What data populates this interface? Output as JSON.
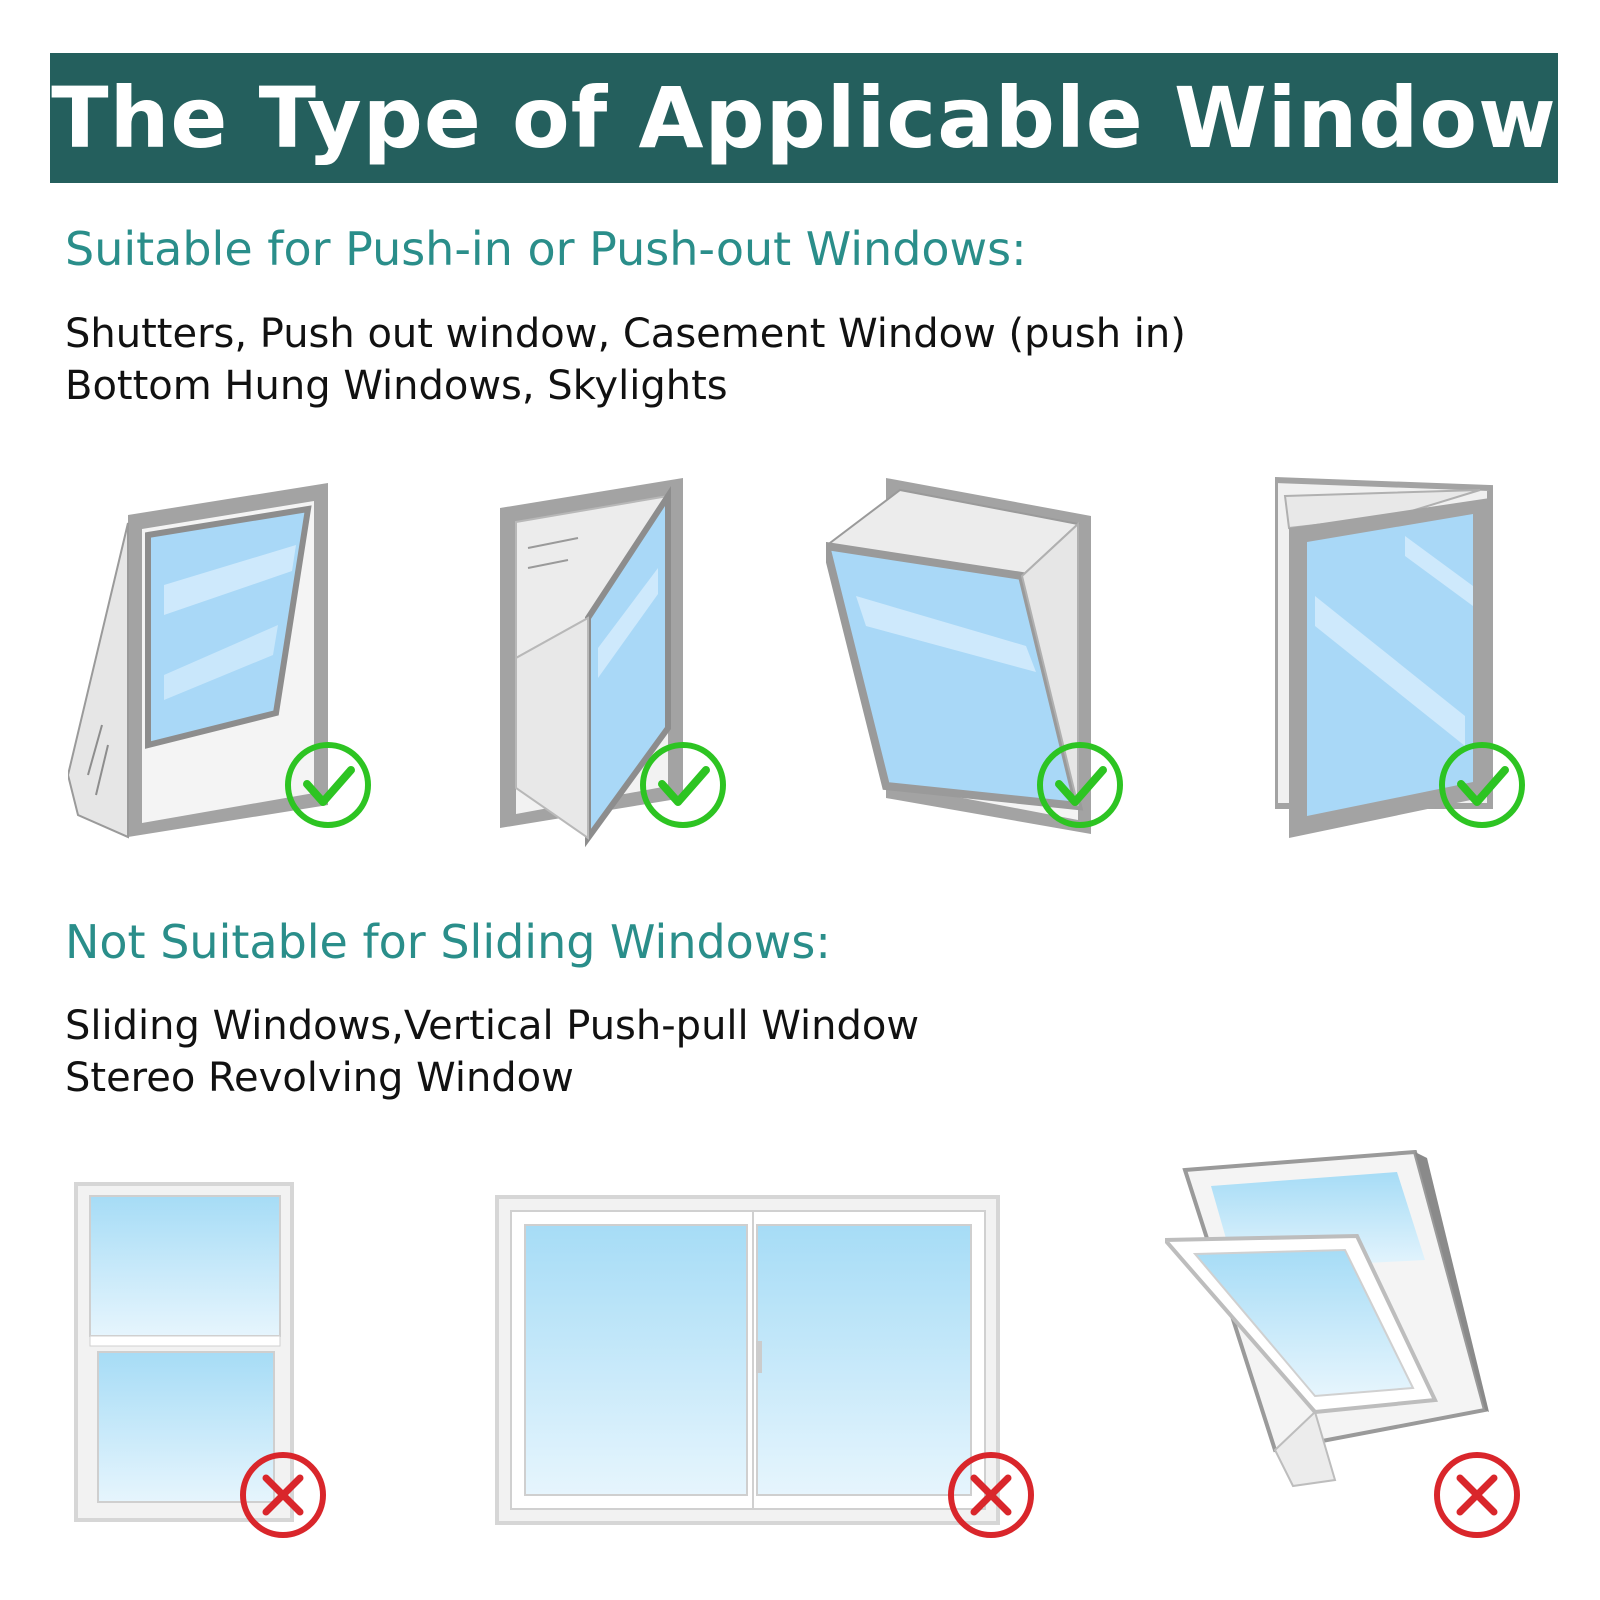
{
  "banner": {
    "title": "The Type of Applicable Window"
  },
  "suitable": {
    "heading": "Suitable for Push-in or Push-out Windows:",
    "lines": [
      "Shutters,  Push out window,  Casement Window (push in)",
      "Bottom Hung Windows,  Skylights"
    ],
    "mark": "check-icon"
  },
  "not_suitable": {
    "heading": "Not Suitable for Sliding Windows:",
    "lines": [
      "Sliding Windows,Vertical Push-pull Window",
      "Stereo Revolving Window"
    ],
    "mark": "cross-icon"
  },
  "colors": {
    "banner": "#245f5d",
    "heading": "#2a8e8a",
    "check": "#2dc422",
    "cross": "#d9262b",
    "glass": "#a9d8f7",
    "frame": "#9a9a9a"
  }
}
